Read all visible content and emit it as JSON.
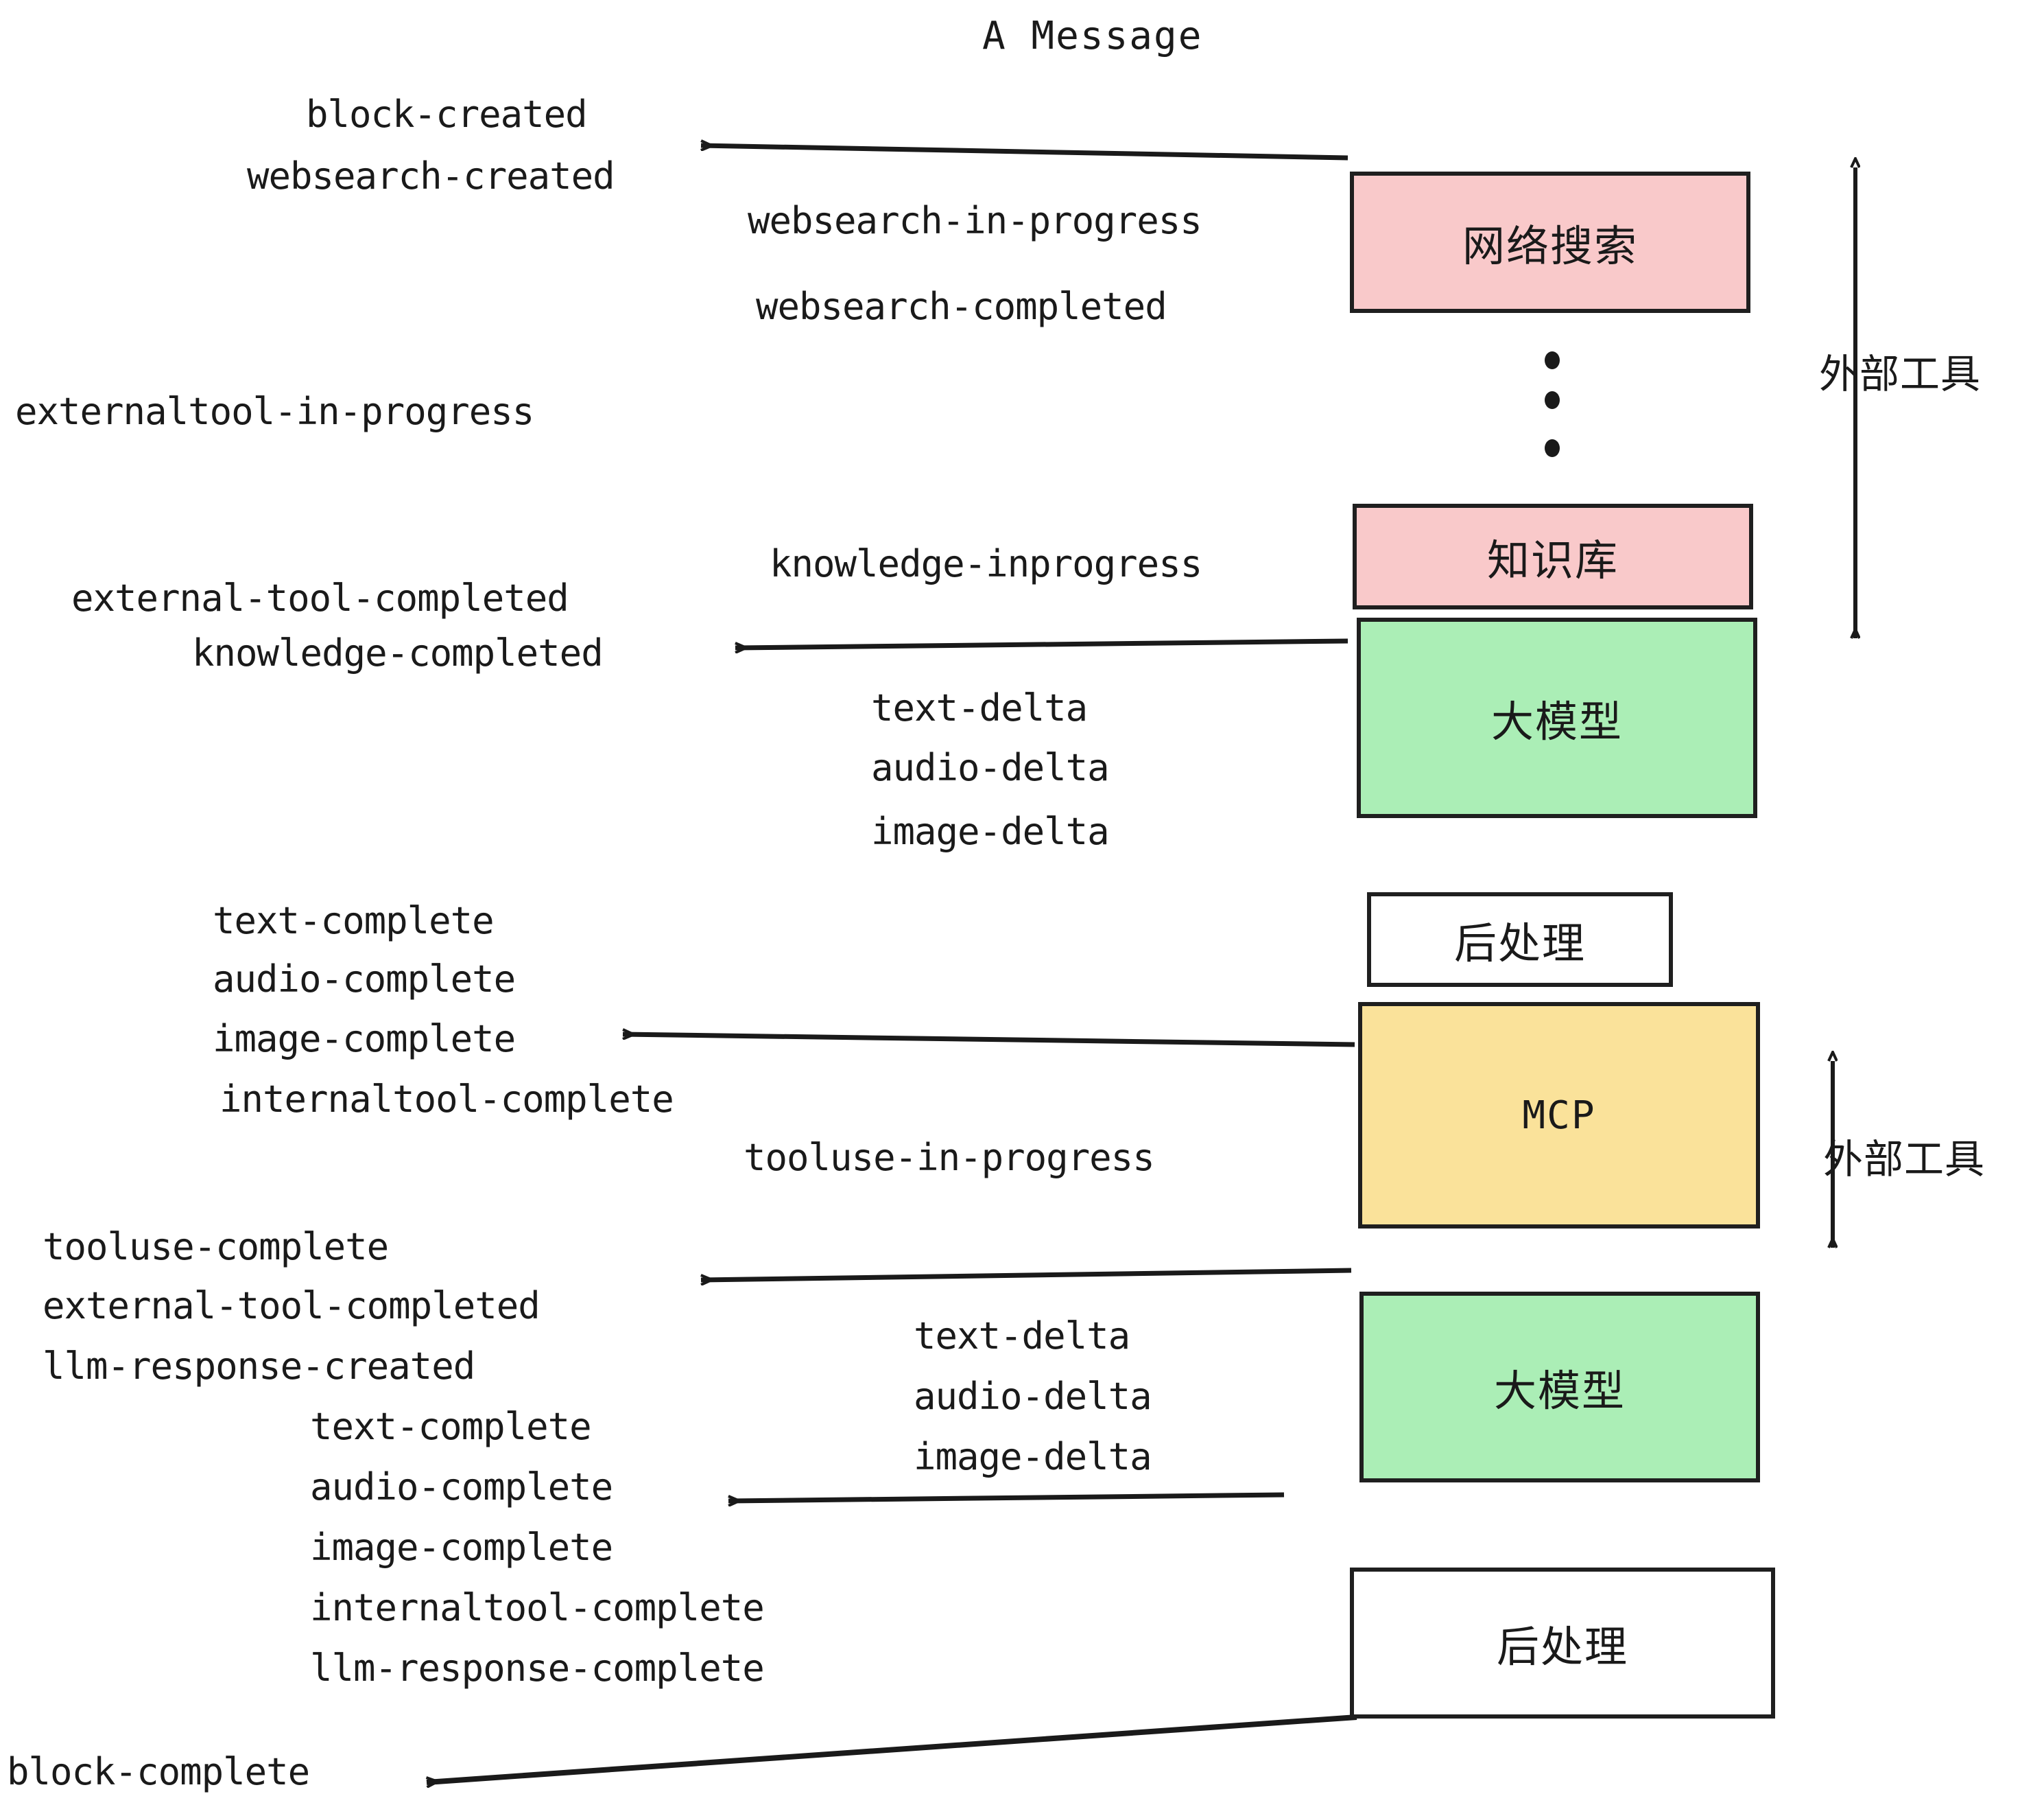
{
  "title": "A Message",
  "boxes": [
    {
      "id": "websearch",
      "label": "网络搜索",
      "color": "#f9c9ca"
    },
    {
      "id": "knowledge",
      "label": "知识库",
      "color": "#f9c9ca"
    },
    {
      "id": "llm-top",
      "label": "大模型",
      "color": "#abeeb6"
    },
    {
      "id": "postproc-top",
      "label": "后处理",
      "color": "#ffffff"
    },
    {
      "id": "mcp",
      "label": "MCP",
      "color": "#fae29a"
    },
    {
      "id": "llm-bottom",
      "label": "大模型",
      "color": "#abeeb6"
    },
    {
      "id": "postproc-bottom",
      "label": "后处理",
      "color": "#ffffff"
    }
  ],
  "side_labels": [
    {
      "id": "external-tools-top",
      "label": "外部工具"
    },
    {
      "id": "external-tools-bottom",
      "label": "外部工具"
    }
  ],
  "events": {
    "block_created": "block-created",
    "websearch_created": "websearch-created",
    "websearch_in_progress": "websearch-in-progress",
    "websearch_completed": "websearch-completed",
    "externaltool_in_progress": "externaltool-in-progress",
    "knowledge_inprogress": "knowledge-inprogress",
    "external_tool_completed_1": "external-tool-completed",
    "knowledge_completed": "knowledge-completed",
    "text_delta_1": "text-delta",
    "audio_delta_1": "audio-delta",
    "image_delta_1": "image-delta",
    "text_complete_1": "text-complete",
    "audio_complete_1": "audio-complete",
    "image_complete_1": "image-complete",
    "internaltool_complete_1": "internaltool-complete",
    "tooluse_in_progress": "tooluse-in-progress",
    "tooluse_complete": "tooluse-complete",
    "external_tool_completed_2": "external-tool-completed",
    "llm_response_created": "llm-response-created",
    "text_delta_2": "text-delta",
    "audio_delta_2": "audio-delta",
    "image_delta_2": "image-delta",
    "text_complete_2": "text-complete",
    "audio_complete_2": "audio-complete",
    "image_complete_2": "image-complete",
    "internaltool_complete_2": "internaltool-complete",
    "llm_response_complete": "llm-response-complete",
    "block_complete": "block-complete"
  },
  "colors": {
    "pink": "#f9c9ca",
    "green": "#abeeb6",
    "yellow": "#fae29a",
    "white": "#ffffff",
    "stroke": "#1f1f1f",
    "text": "#1a1a1a"
  }
}
